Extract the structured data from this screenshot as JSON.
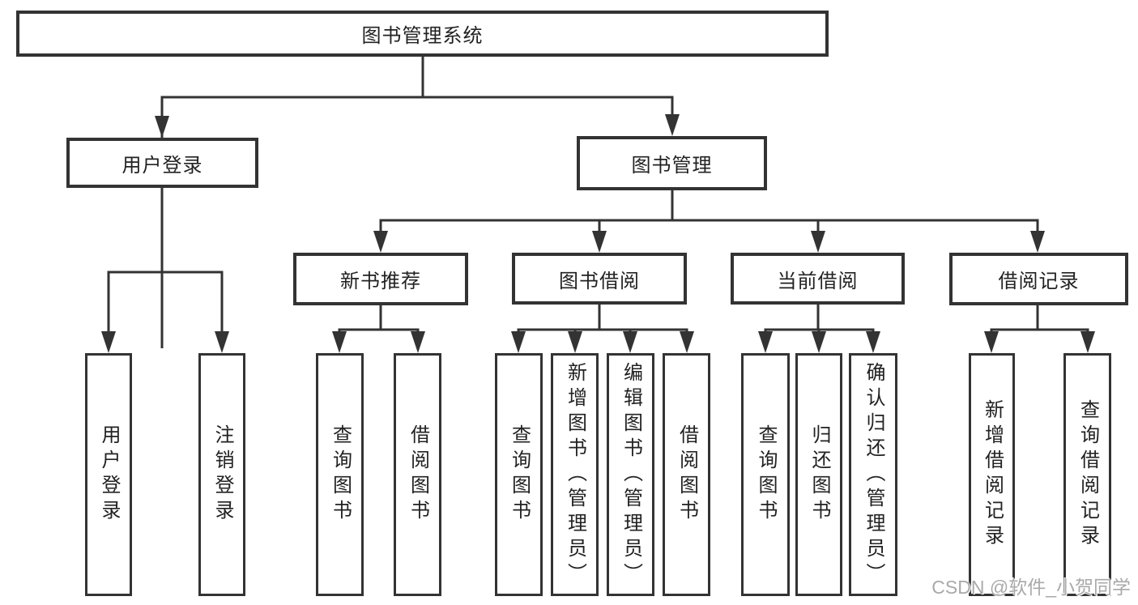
{
  "diagram": {
    "title": "图书管理系统",
    "branches": [
      {
        "label": "用户登录",
        "leaves": [
          "用户登录",
          "注销登录"
        ]
      },
      {
        "label": "图书管理",
        "sections": [
          {
            "label": "新书推荐",
            "leaves": [
              "查询图书",
              "借阅图书"
            ]
          },
          {
            "label": "图书借阅",
            "leaves": [
              "查询图书",
              "新增图书（管理员）",
              "编辑图书（管理员）",
              "借阅图书"
            ]
          },
          {
            "label": "当前借阅",
            "leaves": [
              "查询图书",
              "归还图书",
              "确认归还（管理员）"
            ]
          },
          {
            "label": "借阅记录",
            "leaves": [
              "新增借阅记录",
              "查询借阅记录"
            ]
          }
        ]
      }
    ]
  },
  "watermark": {
    "text": "CSDN @软件_小贺同学",
    "color": "#a9a9a9"
  },
  "colors": {
    "line": "#333333",
    "text": "#222222",
    "background": "#ffffff"
  }
}
